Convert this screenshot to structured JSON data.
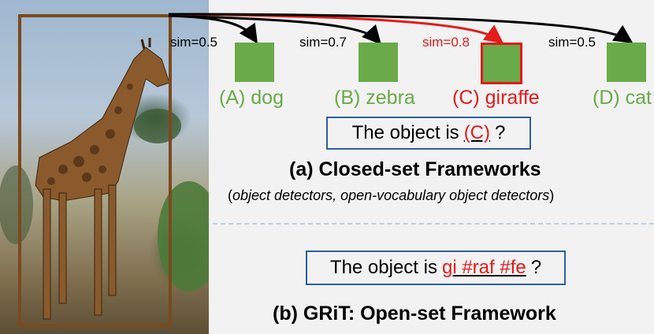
{
  "image": {
    "subject": "giraffe photo"
  },
  "candidates": [
    {
      "letter_label": "(A) dog",
      "sim": "sim=0.5",
      "selected": false
    },
    {
      "letter_label": "(B) zebra",
      "sim": "sim=0.7",
      "selected": false
    },
    {
      "letter_label": "(C) giraffe",
      "sim": "sim=0.8",
      "selected": true
    },
    {
      "letter_label": "(D) cat",
      "sim": "sim=0.5",
      "selected": false
    }
  ],
  "closed_set": {
    "question_prefix": "The object is",
    "answer": "(C)",
    "question_suffix": "?",
    "title": "(a) Closed-set Frameworks",
    "note_open": "(",
    "note_italic": "object detectors, open-vocabulary object detectors",
    "note_close": ")"
  },
  "open_set": {
    "question_prefix": "The object is",
    "answer": "gi #raf #fe",
    "question_suffix": "?",
    "title": "(b) GRiT: Open-set Framework"
  },
  "colors": {
    "box_square": "#6aaa48",
    "highlight": "#e21b1b",
    "bbox": "#7a4a1e",
    "question_border": "#2e5f9e",
    "divider": "#b9cfe6"
  }
}
